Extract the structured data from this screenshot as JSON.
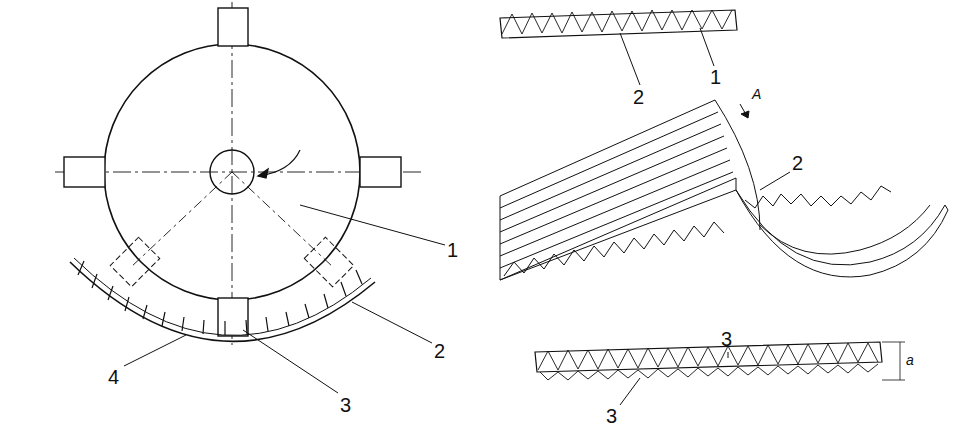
{
  "diagram": {
    "labels": [
      "1",
      "2",
      "3",
      "4",
      "2",
      "1",
      "A",
      "2",
      "3",
      "3",
      "a"
    ]
  }
}
